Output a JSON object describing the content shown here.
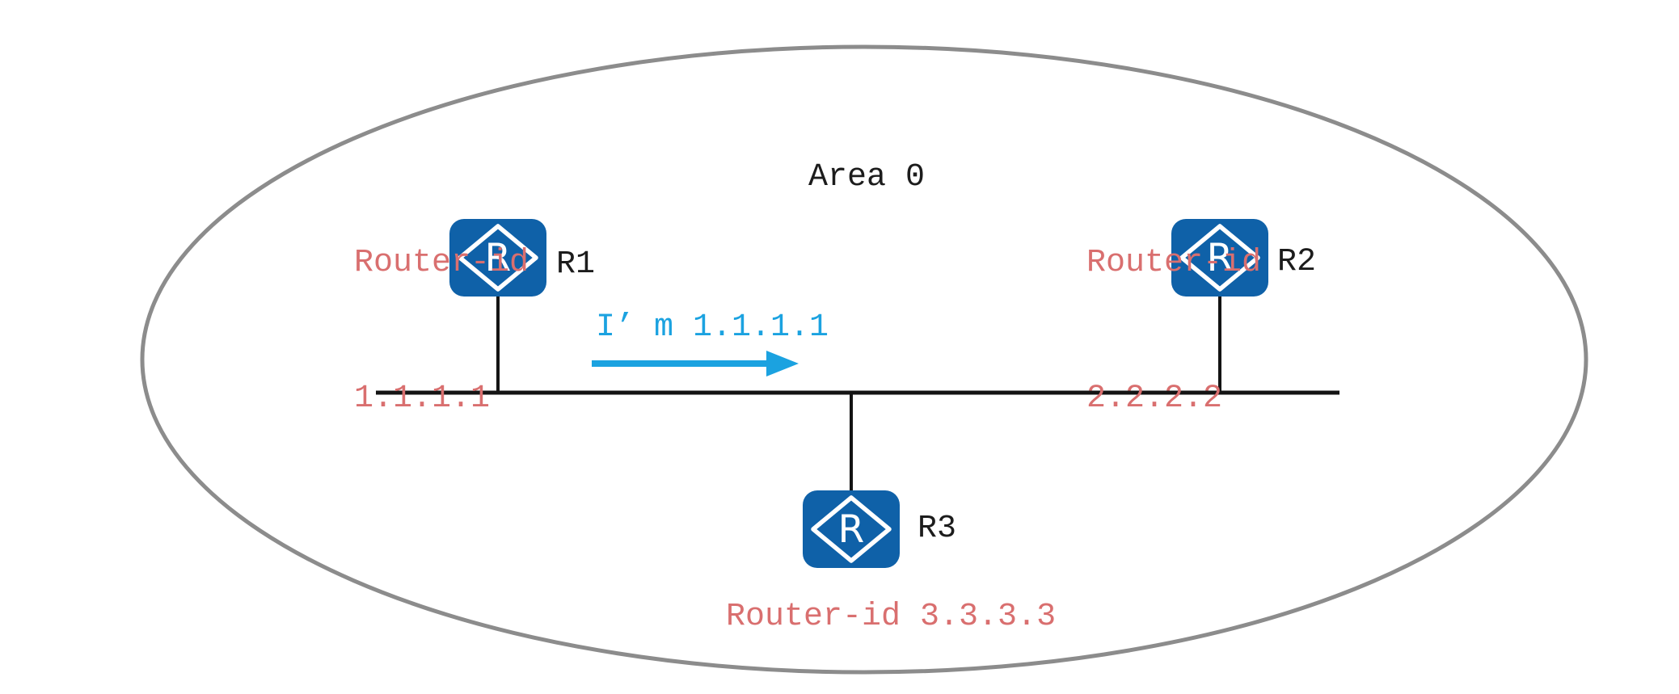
{
  "area": {
    "label": "Area 0"
  },
  "hello": {
    "text": "I’ m 1.1.1.1"
  },
  "routers": {
    "r1": {
      "name": "R1",
      "id_line1": "Router-id",
      "id_line2": "1.1.1.1"
    },
    "r2": {
      "name": "R2",
      "id_line1": "Router-id",
      "id_line2": "2.2.2.2"
    },
    "r3": {
      "name": "R3",
      "id_label": "Router-id 3.3.3.3"
    }
  },
  "icon": {
    "letter": "R"
  },
  "colors": {
    "router_blue": "#0f61a8",
    "id_red": "#d96f6f",
    "hello_cyan": "#1ba2e0",
    "ellipse_gray": "#8c8c8c",
    "line_black": "#141414",
    "text_black": "#1c1c1c",
    "background": "#ffffff"
  }
}
